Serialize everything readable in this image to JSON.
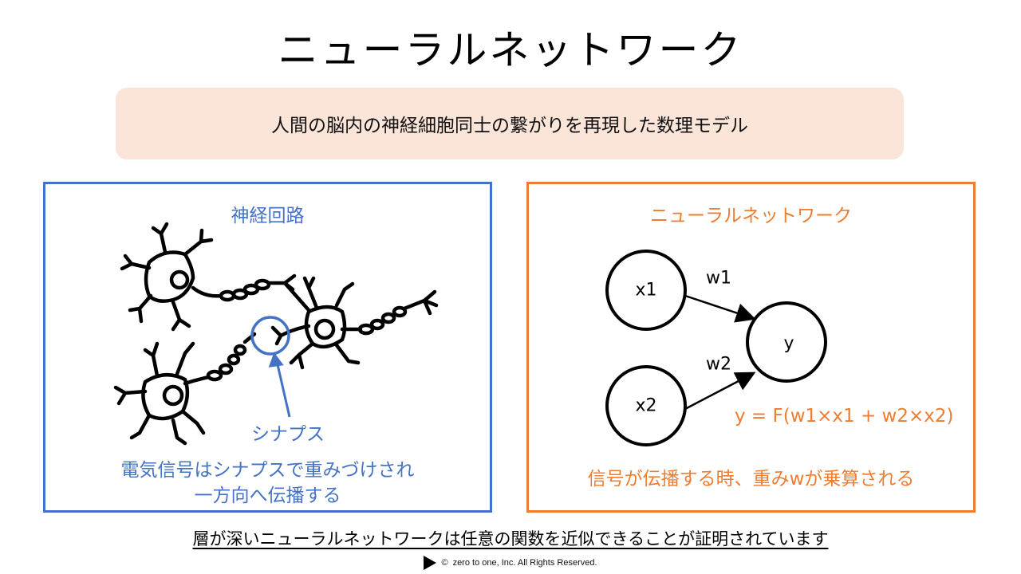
{
  "title": "ニューラルネットワーク",
  "banner": {
    "text": "人間の脳内の神経細胞同士の繋がりを再現した数理モデル",
    "bg_color": "#fbe5d9"
  },
  "left_panel": {
    "title": "神経回路",
    "synapse_label": "シナプス",
    "caption_line1": "電気信号はシナプスで重みづけされ",
    "caption_line2": "一方向へ伝播する",
    "border_color": "#4472c4"
  },
  "right_panel": {
    "title": "ニューラルネットワーク",
    "nodes": {
      "x1": "x1",
      "x2": "x2",
      "y": "y"
    },
    "weights": {
      "w1": "w1",
      "w2": "w2"
    },
    "formula": "y = F(w1×x1 + w2×x2)",
    "caption": "信号が伝播する時、重みwが乗算される",
    "border_color": "#ed7d31"
  },
  "footnote": "層が深いニューラルネットワークは任意の関数を近似できることが証明されています",
  "copyright": {
    "symbol": "©",
    "text": "zero to one, Inc. All Rights Reserved."
  }
}
